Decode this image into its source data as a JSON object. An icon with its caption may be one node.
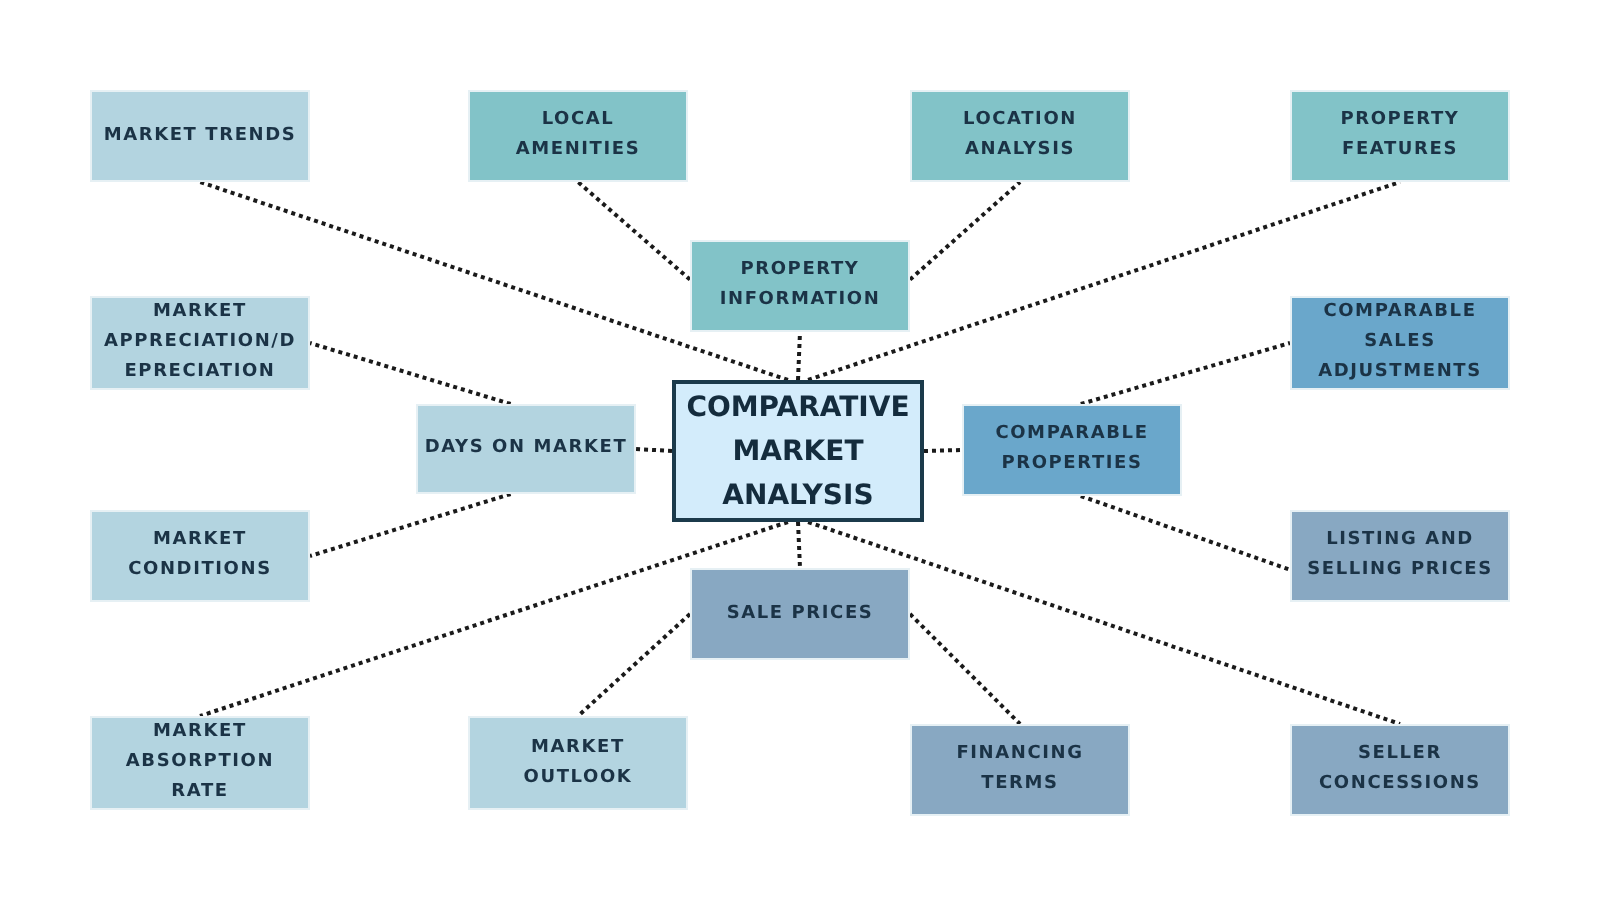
{
  "diagram": {
    "nodes": [
      {
        "text": [
          "MARKET TRENDS"
        ]
      },
      {
        "text": [
          "LOCAL AMENITIES"
        ]
      },
      {
        "text": [
          "LOCATION ANALYSIS"
        ]
      },
      {
        "text": [
          "PROPERTY FEATURES"
        ]
      },
      {
        "text": [
          "PROPERTY INFORMATION"
        ]
      },
      {
        "text": [
          "MARKET APPRECIATION/DEPRECIATION"
        ]
      },
      {
        "text": [
          "COMPARABLE SALES ADJUSTMENTS"
        ]
      },
      {
        "text": [
          "DAYS ON MARKET"
        ]
      },
      {
        "text": [
          "COMPARATIVE MARKET ANALYSIS"
        ]
      },
      {
        "text": [
          "COMPARABLE PROPERTIES"
        ]
      },
      {
        "text": [
          "MARKET CONDITIONS"
        ]
      },
      {
        "text": [
          "LISTING AND SELLING PRICES"
        ]
      },
      {
        "text": [
          "SALE PRICES"
        ]
      },
      {
        "text": [
          "MARKET ABSORPTION RATE"
        ]
      },
      {
        "text": [
          "MARKET OUTLOOK"
        ]
      },
      {
        "text": [
          "FINANCING TERMS"
        ]
      },
      {
        "text": [
          "SELLER CONCESSIONS"
        ]
      }
    ],
    "edges": [
      {
        "from": 8,
        "to": 4,
        "arrow": "none"
      },
      {
        "from": 8,
        "to": 7,
        "arrow": "none"
      },
      {
        "from": 8,
        "to": 9,
        "arrow": "none"
      },
      {
        "from": 8,
        "to": 12,
        "arrow": "none"
      },
      {
        "from": 8,
        "to": 0,
        "arrow": "none"
      },
      {
        "from": 8,
        "to": 3,
        "arrow": "none"
      },
      {
        "from": 8,
        "to": 13,
        "arrow": "none"
      },
      {
        "from": 8,
        "to": 16,
        "arrow": "none"
      },
      {
        "from": 4,
        "to": 1,
        "arrow": "none"
      },
      {
        "from": 4,
        "to": 2,
        "arrow": "none"
      },
      {
        "from": 7,
        "to": 5,
        "arrow": "none"
      },
      {
        "from": 7,
        "to": 10,
        "arrow": "none"
      },
      {
        "from": 9,
        "to": 6,
        "arrow": "none"
      },
      {
        "from": 9,
        "to": 11,
        "arrow": "none"
      },
      {
        "from": 12,
        "to": 14,
        "arrow": "none"
      },
      {
        "from": 12,
        "to": 15,
        "arrow": "none"
      }
    ]
  }
}
